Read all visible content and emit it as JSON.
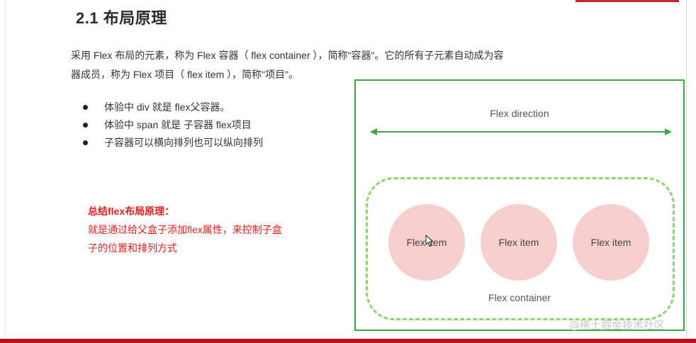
{
  "slide": {
    "title": "2.1 布局原理",
    "intro_line1": "采用 Flex 布局的元素，称为 Flex 容器（ flex container ），简称\"容器\"。它的所有子元素自动成为容",
    "intro_line2": "器成员，称为 Flex 项目（ flex item ），简称\"项目\"。",
    "bullets": [
      "体验中 div 就是 flex父容器。",
      "体验中 span 就是 子容器 flex项目",
      "子容器可以横向排列也可以纵向排列"
    ],
    "summary": {
      "title": "总结flex布局原理：",
      "line1": "就是通过给父盒子添加flex属性，来控制子盒",
      "line2": "子的位置和排列方式"
    }
  },
  "diagram": {
    "direction_label": "Flex direction",
    "items": [
      "Flex item",
      "Flex item",
      "Flex item"
    ],
    "container_label": "Flex container"
  },
  "watermark": "@稀土掘金技术社区",
  "colors": {
    "accent_red": "#e0201f",
    "frame_green": "#3fa74a",
    "dashed_green": "#8fd576",
    "item_pink": "#f8cfcf"
  }
}
